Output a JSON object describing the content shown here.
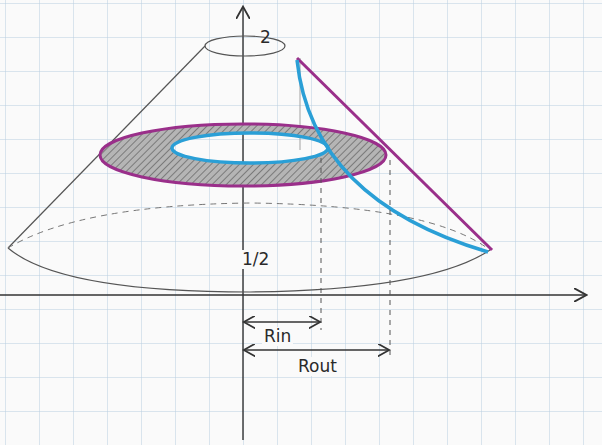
{
  "diagram": {
    "labels": [
      "2",
      "1/2",
      "Rin",
      "Rout"
    ]
  }
}
